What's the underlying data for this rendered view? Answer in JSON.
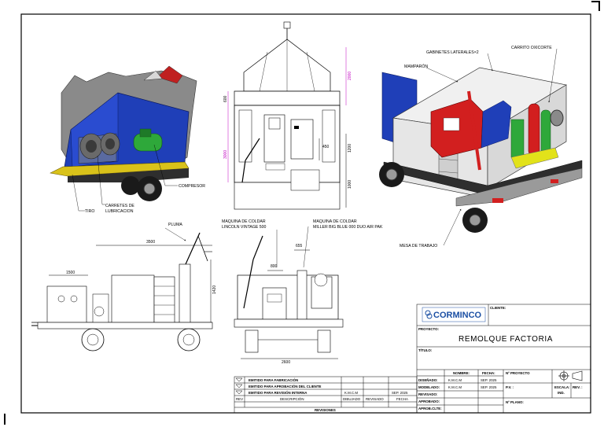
{
  "labels": {
    "tiro": "TIRO",
    "carretes": "CARRETES DE",
    "lubricacion": "LUBRICACION",
    "compresor": "COMPRESOR",
    "mamparon": "MAMPARÓN",
    "gabinetes": "GABINETES LATERALES×2",
    "carrito": "CARRITO OXICORTE",
    "mesa": "MESA DE TRABAJO",
    "pluma": "PLUMA",
    "maquina_lincoln_1": "MAQUINA DE COLDAR",
    "maquina_lincoln_2": "LINCOLN VINTAGE 500",
    "maquina_miller_1": "MAQUINA DE COLDAR",
    "maquina_miller_2": "MILLER BIG BLUE 000 DUO AIR PAK"
  },
  "dimensions": {
    "d600": "600",
    "d2000": "2000",
    "d3000": "3000",
    "d450": "450",
    "d1200": "1200",
    "d1000": "1000",
    "d3500": "3500",
    "d1500": "1500",
    "d800": "800",
    "d655": "655",
    "d1420": "1420",
    "d2600": "2600"
  },
  "title_block": {
    "company": "CORMINCO",
    "cliente_label": "CLIENTE:",
    "proyecto_label": "PROYECTO:",
    "project_title": "REMOLQUE FACTORIA",
    "titulo_label": "TÍTULO:",
    "nombre_hdr": "NOMBRE:",
    "fecha_hdr": "FECHA:",
    "nproyecto_label": "Nº PROYECTO",
    "rows": [
      {
        "label": "DISEÑADO:",
        "name": "K.M.C.M",
        "date": "SEP. 2025"
      },
      {
        "label": "MODELADO:",
        "name": "K.M.C.M",
        "date": "SEP. 2025"
      },
      {
        "label": "REVISADO:",
        "name": "",
        "date": ""
      },
      {
        "label": "APROBADO:",
        "name": "",
        "date": ""
      },
      {
        "label": "APROB.CLTE:",
        "name": "",
        "date": ""
      }
    ],
    "pv_label": "P.V. :",
    "escala_label": "ESCALA:",
    "escala_value": "IND.",
    "rev_label": "REV. :",
    "nplano_label": "Nº PLANO:"
  },
  "revisions": {
    "rows": [
      {
        "desc": "EMITIDO PARA FABRICACIÓN",
        "drawn": "",
        "reviewed": "",
        "date": ""
      },
      {
        "desc": "EMITIDO PARA APROBACIÓN DEL CLIENTE",
        "drawn": "",
        "reviewed": "",
        "date": ""
      },
      {
        "desc": "EMITIDO PARA REVISIÓN INTERNA",
        "drawn": "K.M.C.M",
        "reviewed": "",
        "date": "SEP. 2025"
      }
    ],
    "hdr_rev": "REV",
    "hdr_desc": "DESCRIPCIÓN",
    "hdr_drawn": "DIBUJADO",
    "hdr_reviewed": "REVISADO",
    "hdr_date": "FECHA",
    "footer": "REVISIONES"
  },
  "colors": {
    "magenta_dim": "#c000c0",
    "trailer_blue": "#1f3fb8",
    "trailer_yellow": "#d9c21a",
    "red_equipment": "#d21f1f",
    "green_equipment": "#2ea83a",
    "logo_blue": "#1b4fa3"
  }
}
